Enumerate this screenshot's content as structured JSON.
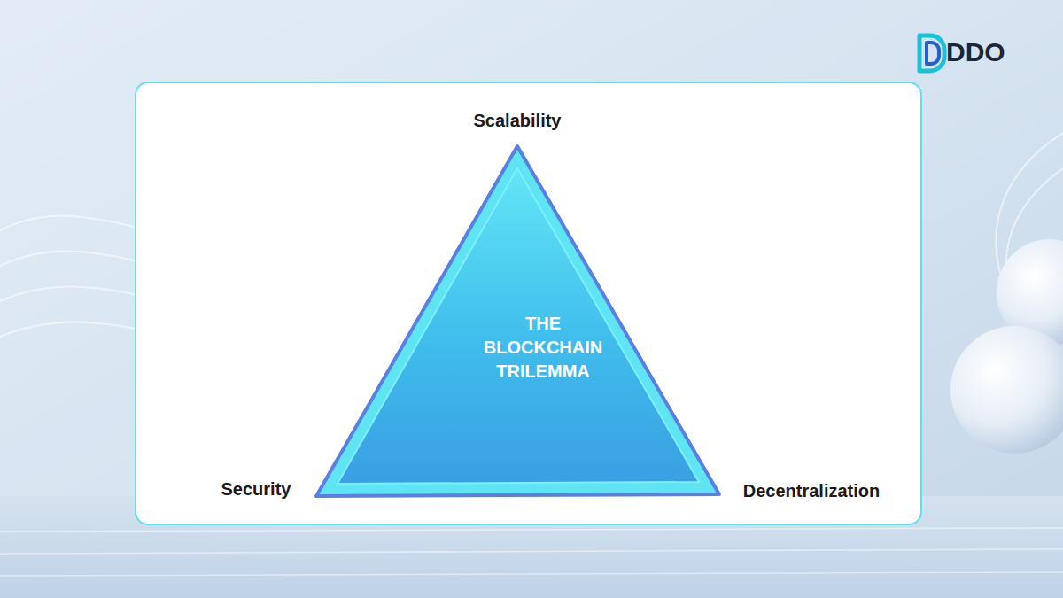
{
  "diagram": {
    "nodes": [
      {
        "text": [
          "THE BLOCKCHAIN TRILEMMA"
        ]
      }
    ],
    "labels": [
      "DDO",
      "Scalability",
      "Security",
      "Decentralization"
    ]
  }
}
